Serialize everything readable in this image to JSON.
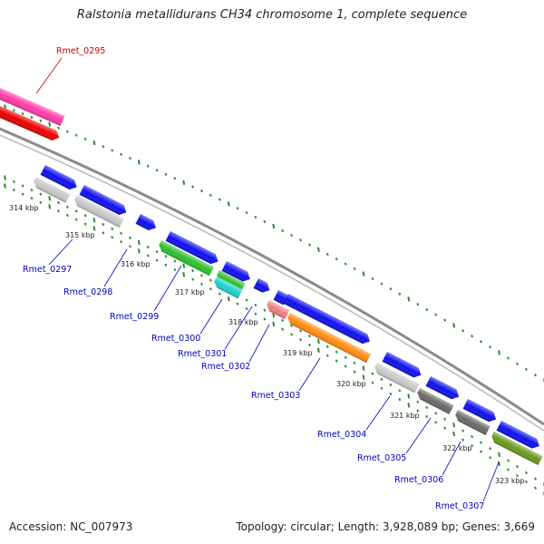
{
  "title": "Ralstonia metallidurans CH34 chromosome 1, complete sequence",
  "footer": {
    "accession": "Accession: NC_007973",
    "summary": "Topology: circular; Length: 3,928,089 bp; Genes: 3,669"
  },
  "colors": {
    "backbone": "#8a8a8a",
    "tick": "#2f8a2f",
    "label_blue": "#0000c8",
    "label_red": "#c80000",
    "blue": "#1010ee",
    "magenta": "#ff3caa",
    "red": "#ee0000",
    "light_gray": "#c8c8c8",
    "dark_gray": "#6a6a6a",
    "green": "#30c030",
    "cyan": "#20d0d0",
    "pink": "#f08080",
    "orange": "#ff8c10",
    "olive": "#6a9a1a"
  },
  "tick_labels": [
    "314 kbp",
    "315 kbp",
    "316 kbp",
    "317 kbp",
    "318 kbp",
    "319 kbp",
    "320 kbp",
    "321 kbp",
    "322 kbp",
    "323 kbp"
  ],
  "gene_labels": [
    {
      "text": "Rmet_0295",
      "color": "red"
    },
    {
      "text": "Rmet_0297",
      "color": "blue"
    },
    {
      "text": "Rmet_0298",
      "color": "blue"
    },
    {
      "text": "Rmet_0299",
      "color": "blue"
    },
    {
      "text": "Rmet_0300",
      "color": "blue"
    },
    {
      "text": "Rmet_0301",
      "color": "blue"
    },
    {
      "text": "Rmet_0302",
      "color": "blue"
    },
    {
      "text": "Rmet_0303",
      "color": "blue"
    },
    {
      "text": "Rmet_0304",
      "color": "blue"
    },
    {
      "text": "Rmet_0305",
      "color": "blue"
    },
    {
      "text": "Rmet_0306",
      "color": "blue"
    },
    {
      "text": "Rmet_0307",
      "color": "blue"
    }
  ]
}
